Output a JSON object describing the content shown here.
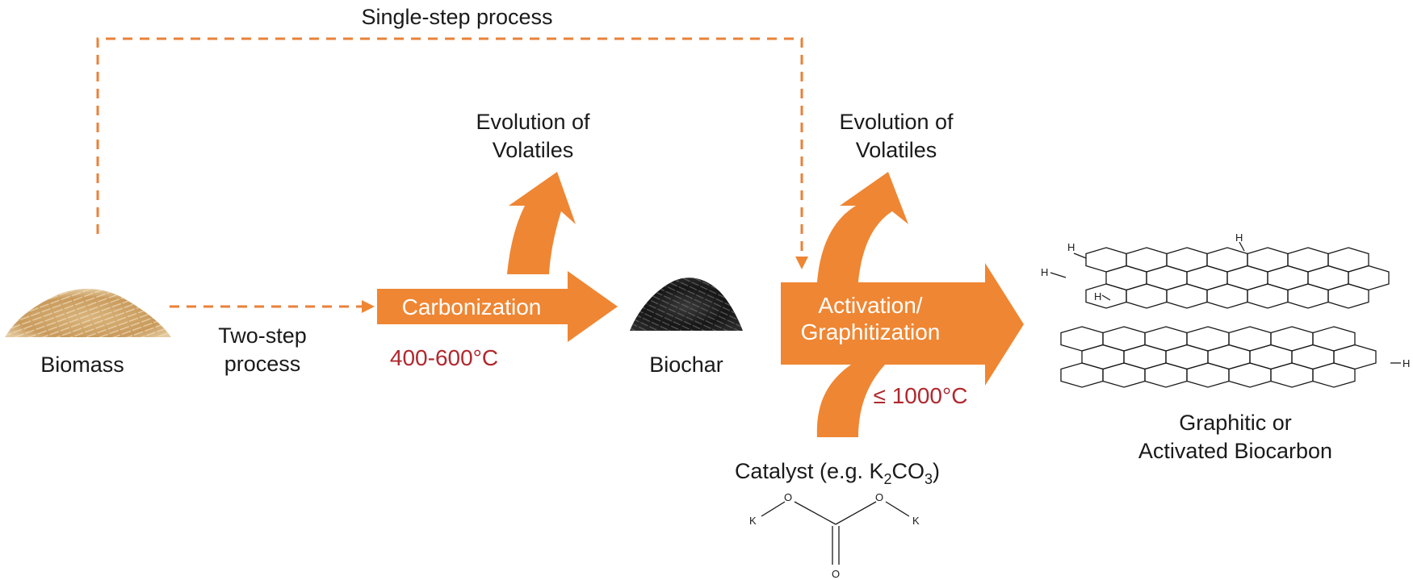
{
  "labels": {
    "single_step": "Single-step process",
    "two_step_line1": "Two-step",
    "two_step_line2": "process",
    "biomass": "Biomass",
    "biochar": "Biochar",
    "carbonization": "Carbonization",
    "temp_carbonization": "400-600°C",
    "volatiles1_line1": "Evolution  of",
    "volatiles1_line2": "Volatiles",
    "volatiles2_line1": "Evolution  of",
    "volatiles2_line2": "Volatiles",
    "activation_line1": "Activation/",
    "activation_line2": "Graphitization",
    "temp_activation": "≤ 1000°C",
    "catalyst_prefix": "Catalyst (e.g. K",
    "catalyst_sub1": "2",
    "catalyst_mid": "CO",
    "catalyst_sub2": "3",
    "catalyst_suffix": ")",
    "product_line1": "Graphitic or",
    "product_line2": "Activated Biocarbon"
  },
  "molecule": {
    "atom_k_left": "K",
    "atom_o_left": "O",
    "atom_o_right": "O",
    "atom_k_right": "K",
    "atom_o_bottom": "O"
  },
  "graphene": {
    "h_top_left": "H",
    "h_top_mid": "H",
    "h_left_mid": "H",
    "h_left_low": "H",
    "h_right_lower": "H"
  },
  "colors": {
    "arrow": "#ef8633",
    "dashed": "#e8823a",
    "temperature": "#b0282e",
    "text": "#1a1a1a"
  }
}
